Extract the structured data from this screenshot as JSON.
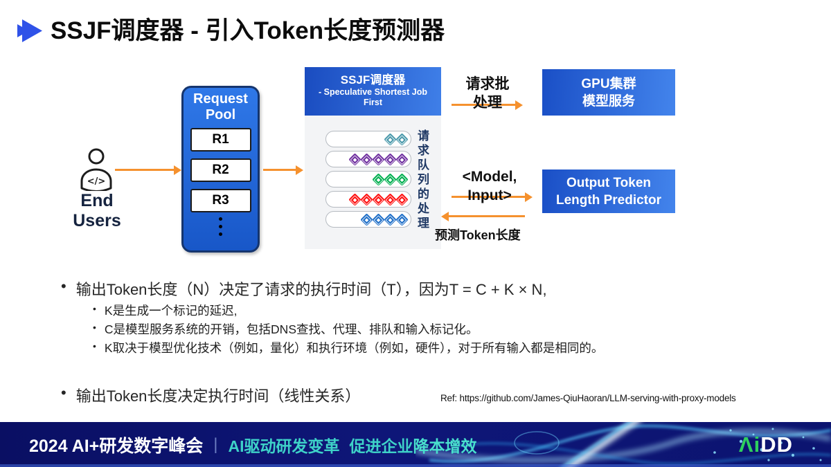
{
  "title": {
    "text": "SSJF调度器 - 引入Token长度预测器",
    "icon": "fast-forward-icon",
    "icon_color": "#2f52e8"
  },
  "diagram": {
    "end_users": {
      "icon": "person-code-icon",
      "icon_code": "</>",
      "label_line1": "End",
      "label_line2": "Users"
    },
    "request_pool": {
      "title_line1": "Request",
      "title_line2": "Pool",
      "slots": [
        "R1",
        "R2",
        "R3"
      ],
      "ellipsis_icon": "vertical-dots"
    },
    "scheduler": {
      "title": "SSJF调度器",
      "subtitle_line1": "- Speculative Shortest Job",
      "subtitle_line2": "First",
      "queue_side_label": "请求队列的处理",
      "queue_rows": [
        {
          "color": "#4a99ab",
          "count": 2,
          "align": "right"
        },
        {
          "color": "#7030a0",
          "count": 5,
          "align": "right"
        },
        {
          "color": "#00af50",
          "count": 3,
          "align": "right"
        },
        {
          "color": "#fe1010",
          "count": 5,
          "align": "right"
        },
        {
          "color": "#1f6fc8",
          "count": 4,
          "align": "right"
        }
      ]
    },
    "batch_label_line1": "请求批",
    "batch_label_line2": "处理",
    "gpu_box_line1": "GPU集群",
    "gpu_box_line2": "模型服务",
    "model_input_line1": "<Model,",
    "model_input_line2": "Input>",
    "predictor_box_line1": "Output Token",
    "predictor_box_line2": "Length Predictor",
    "predict_label": "预测Token长度",
    "arrow_color": "#f5912e"
  },
  "bullets": {
    "marker": "•",
    "b1": "输出Token长度（N）决定了请求的执行时间（T），因为T = C + K × N,",
    "b1_subs": [
      "K是生成一个标记的延迟,",
      "C是模型服务系统的开销，包括DNS查找、代理、排队和输入标记化。",
      "K取决于模型优化技术（例如，量化）和执行环境（例如，硬件），对于所有输入都是相同的。"
    ],
    "b2": "输出Token长度决定执行时间（线性关系）",
    "ref": "Ref:  https://github.com/James-QiuHaoran/LLM-serving-with-proxy-models"
  },
  "footer": {
    "event": "2024 AI+研发数字峰会",
    "separator": "|",
    "slogan_a": "AI驱动研发变革",
    "slogan_b": "促进企业",
    "slogan_c": "降本增效",
    "logo_green": "Λi",
    "logo_white": "DD",
    "accent_cyan": "#3ed2c8",
    "bg_navy": "#0c1470"
  }
}
